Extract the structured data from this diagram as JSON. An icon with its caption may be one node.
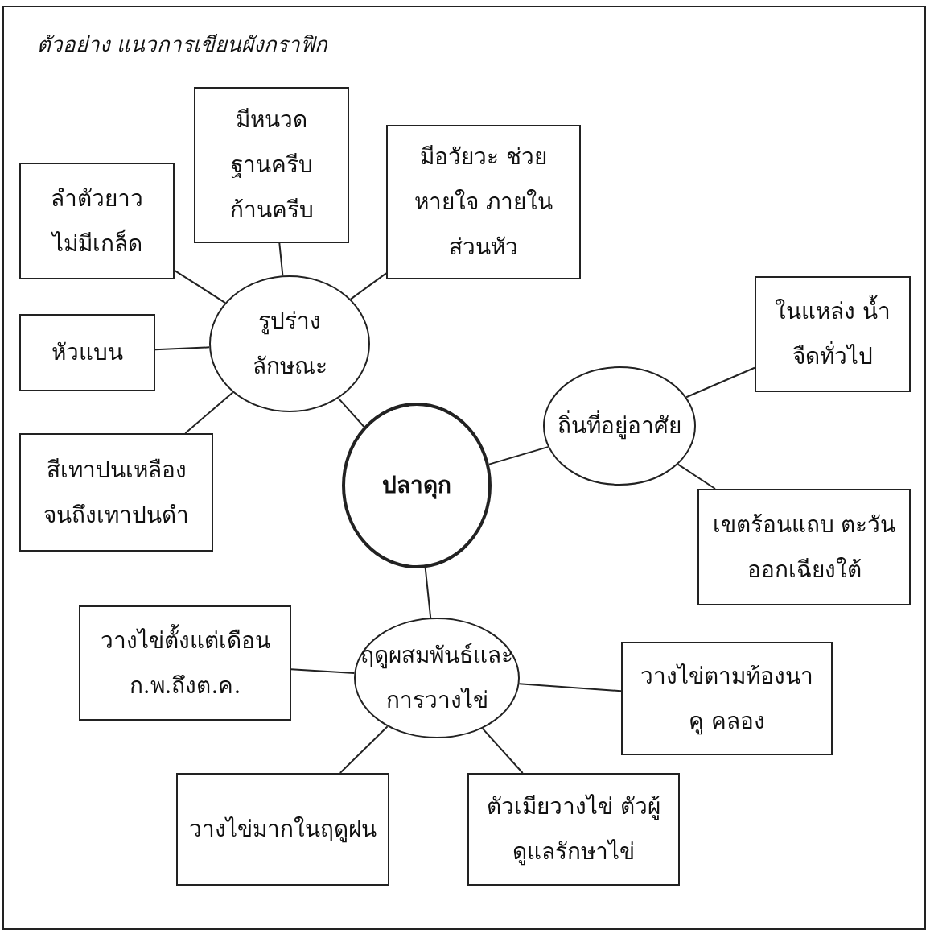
{
  "diagram": {
    "title": "ตัวอย่าง แนวการเขียนผังกราฟิก",
    "nodes": [
      {
        "text": [
          "ปลาดุก"
        ]
      },
      {
        "text": [
          "รูปร่าง ลักษณะ"
        ]
      },
      {
        "text": [
          "ถิ่นที่อยู่อาศัย"
        ]
      },
      {
        "text": [
          "ฤดูผสมพันธ์และ การวางไข่"
        ]
      },
      {
        "text": [
          "ลำตัวยาว ไม่มีเกล็ด"
        ]
      },
      {
        "text": [
          "มีหนวด ฐานครีบ ก้านครีบ"
        ]
      },
      {
        "text": [
          "มีอวัยวะ ช่วยหายใจ ภายในส่วนหัว"
        ]
      },
      {
        "text": [
          "หัวแบน"
        ]
      },
      {
        "text": [
          "สีเทาปนเหลือง จนถึงเทาปนดำ"
        ]
      },
      {
        "text": [
          "ในแหล่ง น้ำจืดทั่วไป"
        ]
      },
      {
        "text": [
          "เขตร้อนแถบ ตะวันออกเฉียงใต้"
        ]
      },
      {
        "text": [
          "วางไข่ตั้งแต่เดือน ก.พ.ถึงต.ค."
        ]
      },
      {
        "text": [
          "วางไข่ตามท้องนา คู คลอง"
        ]
      },
      {
        "text": [
          "วางไข่มากในฤดูฝน"
        ]
      },
      {
        "text": [
          "ตัวเมียวางไข่ ตัวผู้ดูแลรักษาไข่"
        ]
      }
    ],
    "edges": [
      {
        "from": 0,
        "to": 1,
        "arrow": "none"
      },
      {
        "from": 0,
        "to": 2,
        "arrow": "none"
      },
      {
        "from": 0,
        "to": 3,
        "arrow": "none"
      },
      {
        "from": 1,
        "to": 4,
        "arrow": "none"
      },
      {
        "from": 1,
        "to": 5,
        "arrow": "none"
      },
      {
        "from": 1,
        "to": 6,
        "arrow": "none"
      },
      {
        "from": 1,
        "to": 7,
        "arrow": "none"
      },
      {
        "from": 1,
        "to": 8,
        "arrow": "none"
      },
      {
        "from": 2,
        "to": 9,
        "arrow": "none"
      },
      {
        "from": 2,
        "to": 10,
        "arrow": "none"
      },
      {
        "from": 3,
        "to": 11,
        "arrow": "none"
      },
      {
        "from": 3,
        "to": 12,
        "arrow": "none"
      },
      {
        "from": 3,
        "to": 13,
        "arrow": "none"
      },
      {
        "from": 3,
        "to": 14,
        "arrow": "none"
      }
    ]
  }
}
